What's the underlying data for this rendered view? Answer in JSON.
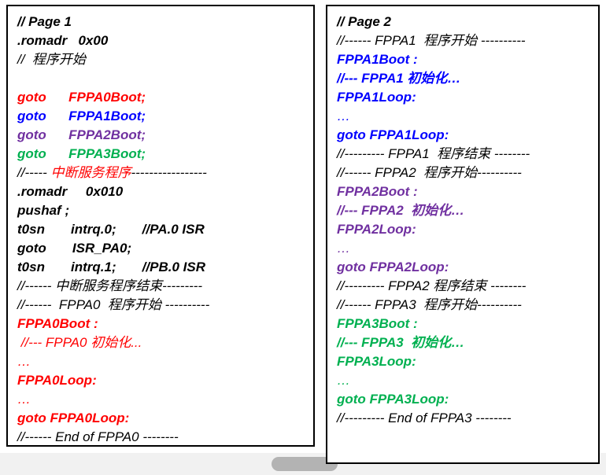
{
  "colors": {
    "black": "#000000",
    "red": "#ff0000",
    "blue": "#0000ff",
    "purple": "#7030a0",
    "green": "#00b050"
  },
  "panels": [
    {
      "title": "Page 1",
      "lines": [
        {
          "segs": [
            {
              "t": "// Page 1",
              "c": "black",
              "b": true
            }
          ]
        },
        {
          "segs": [
            {
              "t": ".romadr   0x00",
              "c": "black",
              "b": true
            }
          ]
        },
        {
          "segs": [
            {
              "t": "//  程序开始",
              "c": "black",
              "b": false
            }
          ]
        },
        {
          "segs": []
        },
        {
          "segs": [
            {
              "t": "goto      FPPA0Boot;",
              "c": "red",
              "b": true
            }
          ]
        },
        {
          "segs": [
            {
              "t": "goto      FPPA1Boot;",
              "c": "blue",
              "b": true
            }
          ]
        },
        {
          "segs": [
            {
              "t": "goto      FPPA2Boot;",
              "c": "purple",
              "b": true
            }
          ]
        },
        {
          "segs": [
            {
              "t": "goto      FPPA3Boot;",
              "c": "green",
              "b": true
            }
          ]
        },
        {
          "segs": [
            {
              "t": "//----- ",
              "c": "black",
              "b": false
            },
            {
              "t": "中断服务程序",
              "c": "red",
              "b": false
            },
            {
              "t": "-----------------",
              "c": "black",
              "b": false
            }
          ]
        },
        {
          "segs": [
            {
              "t": ".romadr     0x010",
              "c": "black",
              "b": true
            }
          ]
        },
        {
          "segs": [
            {
              "t": "pushaf ;",
              "c": "black",
              "b": true
            }
          ]
        },
        {
          "segs": [
            {
              "t": "t0sn       intrq.0;       //PA.0 ISR",
              "c": "black",
              "b": true
            }
          ]
        },
        {
          "segs": [
            {
              "t": "goto       ISR_PA0;",
              "c": "black",
              "b": true
            }
          ]
        },
        {
          "segs": [
            {
              "t": "t0sn       intrq.1;       //PB.0 ISR",
              "c": "black",
              "b": true
            }
          ]
        },
        {
          "segs": [
            {
              "t": "//------ 中断服务程序结束---------",
              "c": "black",
              "b": false
            }
          ]
        },
        {
          "segs": [
            {
              "t": "//------  FPPA0  程序开始 ----------",
              "c": "black",
              "b": false
            }
          ]
        },
        {
          "segs": [
            {
              "t": "FPPA0Boot :",
              "c": "red",
              "b": true
            }
          ]
        },
        {
          "segs": [
            {
              "t": " //--- FPPA0 初始化...",
              "c": "red",
              "b": false
            }
          ]
        },
        {
          "segs": [
            {
              "t": "…",
              "c": "red",
              "b": false
            }
          ]
        },
        {
          "segs": [
            {
              "t": "FPPA0Loop:",
              "c": "red",
              "b": true
            }
          ]
        },
        {
          "segs": [
            {
              "t": "…",
              "c": "red",
              "b": false
            }
          ]
        },
        {
          "segs": [
            {
              "t": "goto FPPA0Loop:",
              "c": "red",
              "b": true
            }
          ]
        },
        {
          "segs": [
            {
              "t": "//------ End of FPPA0 --------",
              "c": "black",
              "b": false
            }
          ]
        }
      ]
    },
    {
      "title": "Page 2",
      "lines": [
        {
          "segs": [
            {
              "t": "// Page 2",
              "c": "black",
              "b": true
            }
          ]
        },
        {
          "segs": [
            {
              "t": "//------ FPPA1  程序开始 ----------",
              "c": "black",
              "b": false
            }
          ]
        },
        {
          "segs": [
            {
              "t": "FPPA1Boot :",
              "c": "blue",
              "b": true
            }
          ]
        },
        {
          "segs": [
            {
              "t": "//--- FPPA1 初始化…",
              "c": "blue",
              "b": true
            }
          ]
        },
        {
          "segs": [
            {
              "t": "FPPA1Loop:",
              "c": "blue",
              "b": true
            }
          ]
        },
        {
          "segs": [
            {
              "t": "…",
              "c": "blue",
              "b": false
            }
          ]
        },
        {
          "segs": [
            {
              "t": "goto FPPA1Loop:",
              "c": "blue",
              "b": true
            }
          ]
        },
        {
          "segs": [
            {
              "t": "//--------- FPPA1  程序结束 --------",
              "c": "black",
              "b": false
            }
          ]
        },
        {
          "segs": [
            {
              "t": "//------ FPPA2  程序开始----------",
              "c": "black",
              "b": false
            }
          ]
        },
        {
          "segs": [
            {
              "t": "FPPA2Boot :",
              "c": "purple",
              "b": true
            }
          ]
        },
        {
          "segs": [
            {
              "t": "//--- FPPA2  初始化…",
              "c": "purple",
              "b": true
            }
          ]
        },
        {
          "segs": [
            {
              "t": "FPPA2Loop:",
              "c": "purple",
              "b": true
            }
          ]
        },
        {
          "segs": [
            {
              "t": "…",
              "c": "purple",
              "b": false
            }
          ]
        },
        {
          "segs": [
            {
              "t": "goto FPPA2Loop:",
              "c": "purple",
              "b": true
            }
          ]
        },
        {
          "segs": [
            {
              "t": "//--------- FPPA2 程序结束 --------",
              "c": "black",
              "b": false
            }
          ]
        },
        {
          "segs": [
            {
              "t": "//------ FPPA3  程序开始----------",
              "c": "black",
              "b": false
            }
          ]
        },
        {
          "segs": [
            {
              "t": "FPPA3Boot :",
              "c": "green",
              "b": true
            }
          ]
        },
        {
          "segs": [
            {
              "t": "//--- FPPA3  初始化…",
              "c": "green",
              "b": true
            }
          ]
        },
        {
          "segs": [
            {
              "t": "FPPA3Loop:",
              "c": "green",
              "b": true
            }
          ]
        },
        {
          "segs": [
            {
              "t": "…",
              "c": "green",
              "b": false
            }
          ]
        },
        {
          "segs": [
            {
              "t": "goto FPPA3Loop:",
              "c": "green",
              "b": true
            }
          ]
        },
        {
          "segs": [
            {
              "t": "//--------- End of FPPA3 --------",
              "c": "black",
              "b": false
            }
          ]
        }
      ]
    }
  ]
}
